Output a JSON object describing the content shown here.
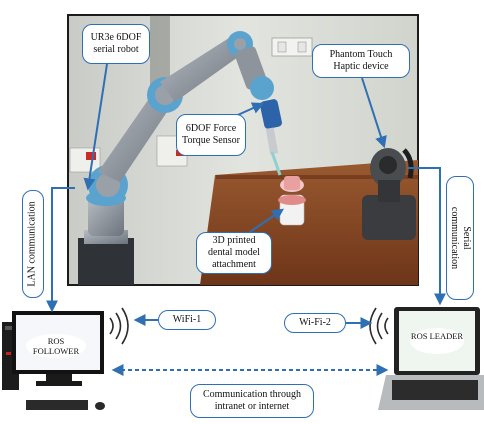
{
  "labels": {
    "robot": "UR3e 6DOF serial robot",
    "haptic": "Phantom Touch Haptic device",
    "force_sensor": "6DOF Force Torque Sensor",
    "dental_model": "3D printed dental model attachment",
    "lan": "LAN communication",
    "serial": "Serial communication",
    "wifi1": "WiFi-1",
    "wifi2": "Wi-Fi-2",
    "ros_follower": "ROS FOLLOWER",
    "ros_leader": "ROS LEADER",
    "comm_through": "Communication through intranet or internet"
  },
  "colors": {
    "accent_blue": "#2f6fb3",
    "photo_wall": "#d9dcd6",
    "table_wood": "#8a4a25"
  }
}
